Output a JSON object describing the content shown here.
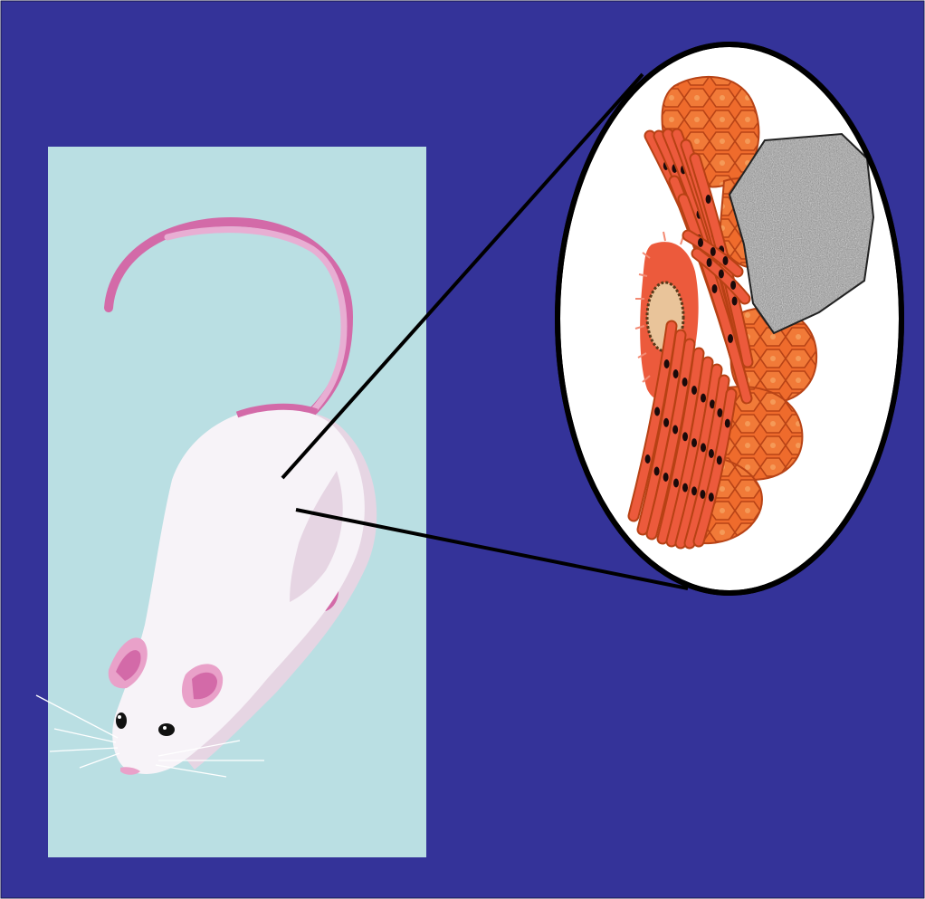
{
  "colors": {
    "background": "#343399",
    "border": "#1a1a4a",
    "photo_panel": "#badfe3",
    "mouse_body": "#f7f3f8",
    "mouse_shadow": "#e6d5e3",
    "mouse_pink": "#d36aa8",
    "tail_light": "#e8aed3",
    "ear_inner": "#e9a1c9",
    "callout_fill": "#ffffff",
    "callout_stroke": "#000000",
    "tissue_orange": "#ee6a2a",
    "tissue_cell_edge": "#b74114",
    "muscle_fiber": "#ec5a3c",
    "muscle_nucleus": "#1a0a0a",
    "tumor_gray": "#a9a9a9",
    "gland_tan": "#e9c49a",
    "gland_edge": "#5a3a1a"
  },
  "subjects": {
    "animal": "white-mouse",
    "inset": "tissue-section"
  },
  "icons": {
    "leader": "callout-line"
  }
}
